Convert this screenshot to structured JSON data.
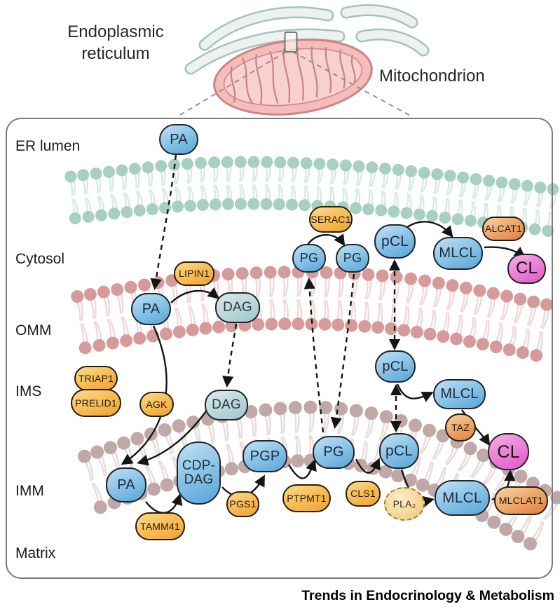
{
  "scene": {
    "er_label": "Endoplasmic reticulum",
    "mito_label": "Mitochondrion",
    "journal": "Trends in Endocrinology & Metabolism"
  },
  "panel": {
    "layer_labels": [
      "ER lumen",
      "Cytosol",
      "OMM",
      "IMS",
      "IMM",
      "Matrix"
    ]
  },
  "nodes": [
    {
      "id": "pa-er",
      "label": "PA",
      "kind": "lipid"
    },
    {
      "id": "pa-omm",
      "label": "PA",
      "kind": "lipid"
    },
    {
      "id": "lipin1",
      "label": "LIPIN1",
      "kind": "enzyme"
    },
    {
      "id": "dag-omm",
      "label": "DAG",
      "kind": "dag"
    },
    {
      "id": "triap1",
      "label": "TRIAP1",
      "kind": "enzyme"
    },
    {
      "id": "prelid1",
      "label": "PRELID1",
      "kind": "enzyme"
    },
    {
      "id": "agk",
      "label": "AGK",
      "kind": "enzyme"
    },
    {
      "id": "dag-ims",
      "label": "DAG",
      "kind": "dag"
    },
    {
      "id": "pa-imm",
      "label": "PA",
      "kind": "lipid"
    },
    {
      "id": "tamm41",
      "label": "TAMM41",
      "kind": "enzyme"
    },
    {
      "id": "cdp-dag",
      "label": "CDP-\nDAG",
      "kind": "lipid"
    },
    {
      "id": "pgs1",
      "label": "PGS1",
      "kind": "enzyme"
    },
    {
      "id": "pgp",
      "label": "PGP",
      "kind": "lipid"
    },
    {
      "id": "ptpmt1",
      "label": "PTPMT1",
      "kind": "enzyme"
    },
    {
      "id": "pg-imm",
      "label": "PG",
      "kind": "lipid"
    },
    {
      "id": "cls1",
      "label": "CLS1",
      "kind": "enzyme"
    },
    {
      "id": "pcl-imm",
      "label": "pCL",
      "kind": "lipid"
    },
    {
      "id": "pla2",
      "label": "PLA₂",
      "kind": "pla"
    },
    {
      "id": "mlcl-imm",
      "label": "MLCL",
      "kind": "lipid"
    },
    {
      "id": "mlclat1",
      "label": "MLCLAT1",
      "kind": "acyl"
    },
    {
      "id": "cl-imm",
      "label": "CL",
      "kind": "cl"
    },
    {
      "id": "taz",
      "label": "TAZ",
      "kind": "acyl"
    },
    {
      "id": "pcl-ims",
      "label": "pCL",
      "kind": "lipid"
    },
    {
      "id": "mlcl-ims",
      "label": "MLCL",
      "kind": "lipid"
    },
    {
      "id": "pg-cyt-1",
      "label": "PG",
      "kind": "lipid"
    },
    {
      "id": "pg-cyt-2",
      "label": "PG",
      "kind": "lipid"
    },
    {
      "id": "serac1",
      "label": "SERAC1",
      "kind": "enzyme"
    },
    {
      "id": "pcl-cyt",
      "label": "pCL",
      "kind": "lipid"
    },
    {
      "id": "mlcl-cyt",
      "label": "MLCL",
      "kind": "lipid"
    },
    {
      "id": "alcat1",
      "label": "ALCAT1",
      "kind": "acyl"
    },
    {
      "id": "cl-cyt",
      "label": "CL",
      "kind": "cl"
    }
  ],
  "colors": {
    "lipid_blue": "#57a5d8",
    "dag_teal": "#a8cdd6",
    "cardiolipin_magenta": "#e158c6",
    "enzyme_orange": "#f0a335",
    "acyltransferase_salmon": "#e0813f",
    "er_membrane_head": "#a7cfc2",
    "er_membrane_tail": "#d8eae3",
    "omm_membrane_head": "#d79a9a",
    "omm_membrane_tail": "#efd9d9",
    "imm_membrane_head": "#c1a8a8",
    "imm_membrane_tail": "#e7dbdb",
    "arrow": "#151515"
  }
}
